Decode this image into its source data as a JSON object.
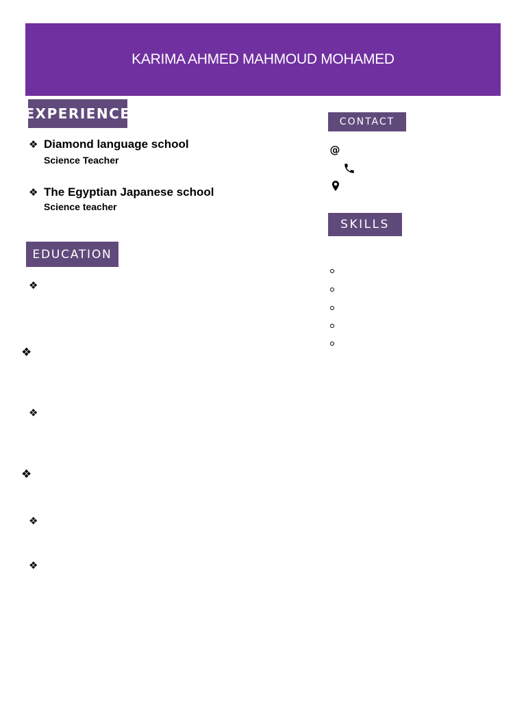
{
  "header": {
    "name": "KARIMA AHMED MAHMOUD MOHAMED",
    "band_color": "#7030a0"
  },
  "sections": {
    "experience_label": "EXPERIENCE",
    "education_label": "EDUCATION",
    "contact_label": "CONTACT",
    "skills_label": "SKILLS",
    "label_color": "#604a7b"
  },
  "experience": [
    {
      "title": "Diamond language school",
      "role": "Science Teacher"
    },
    {
      "title": "The Egyptian Japanese school",
      "role": "Science teacher"
    }
  ],
  "contact": {
    "icons": [
      "at-sign-icon",
      "phone-icon",
      "location-pin-icon"
    ]
  },
  "skills": {
    "bullet_count": 5
  },
  "education": {
    "bullet_count": 6
  }
}
